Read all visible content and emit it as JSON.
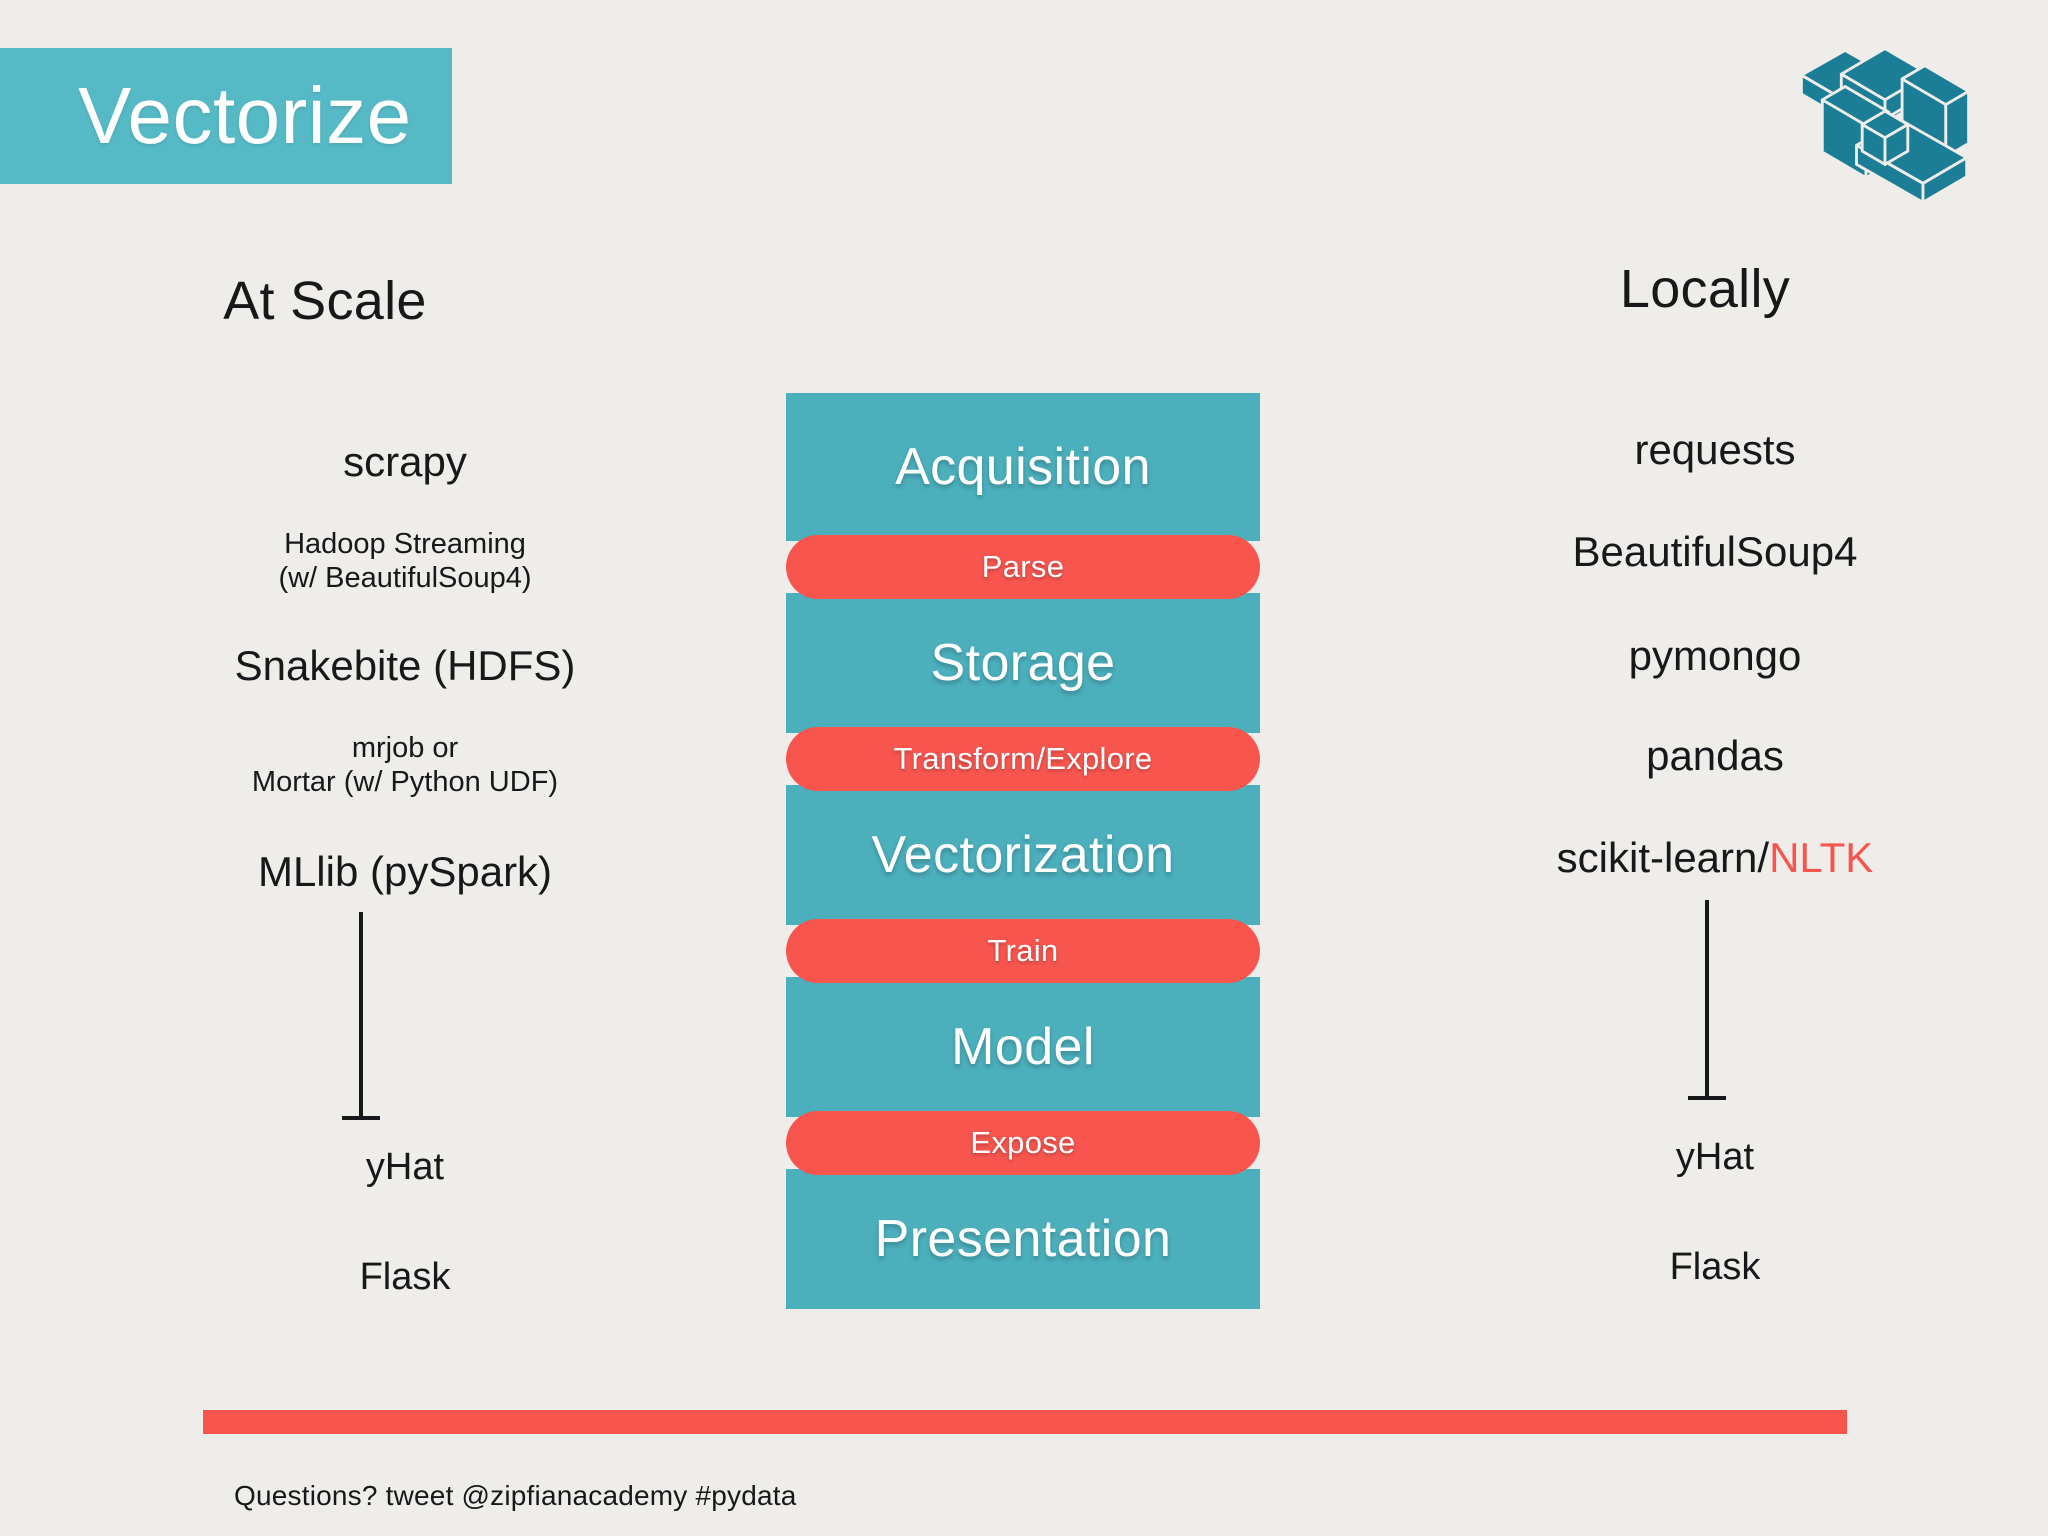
{
  "slide": {
    "title": "Vectorize",
    "background_color": "#eeedea",
    "teal": "#4bafbc",
    "title_teal": "#56bac6",
    "red": "#f8554f",
    "text_color": "#18181a"
  },
  "logo": {
    "name": "pydata-logo",
    "color": "#1b7e96"
  },
  "columns": {
    "left": {
      "header": "At Scale",
      "items": [
        {
          "text": "scrapy",
          "size": "big"
        },
        {
          "text": "Hadoop Streaming\n(w/ BeautifulSoup4)",
          "size": "small"
        },
        {
          "text": "Snakebite (HDFS)",
          "size": "big"
        },
        {
          "text": "mrjob or\nMortar (w/ Python UDF)",
          "size": "small"
        },
        {
          "text": "MLlib (pySpark)",
          "size": "big"
        },
        {
          "text": "yHat",
          "size": "mid"
        },
        {
          "text": "Flask",
          "size": "mid"
        }
      ]
    },
    "right": {
      "header": "Locally",
      "items": [
        {
          "text": "requests",
          "size": "big"
        },
        {
          "text": "BeautifulSoup4",
          "size": "big"
        },
        {
          "text": "pymongo",
          "size": "big"
        },
        {
          "text": "pandas",
          "size": "big"
        },
        {
          "text": "scikit-learn/",
          "highlight": "NLTK",
          "size": "big"
        },
        {
          "text": "yHat",
          "size": "mid"
        },
        {
          "text": "Flask",
          "size": "mid"
        }
      ]
    }
  },
  "pipeline": {
    "stages": [
      {
        "label": "Acquisition",
        "kind": "stage"
      },
      {
        "label": "Parse",
        "kind": "link"
      },
      {
        "label": "Storage",
        "kind": "stage"
      },
      {
        "label": "Transform/Explore",
        "kind": "link"
      },
      {
        "label": "Vectorization",
        "kind": "stage"
      },
      {
        "label": "Train",
        "kind": "link"
      },
      {
        "label": "Model",
        "kind": "stage"
      },
      {
        "label": "Expose",
        "kind": "link"
      },
      {
        "label": "Presentation",
        "kind": "stage"
      }
    ]
  },
  "footer": {
    "note": "Questions? tweet @zipfianacademy #pydata"
  }
}
